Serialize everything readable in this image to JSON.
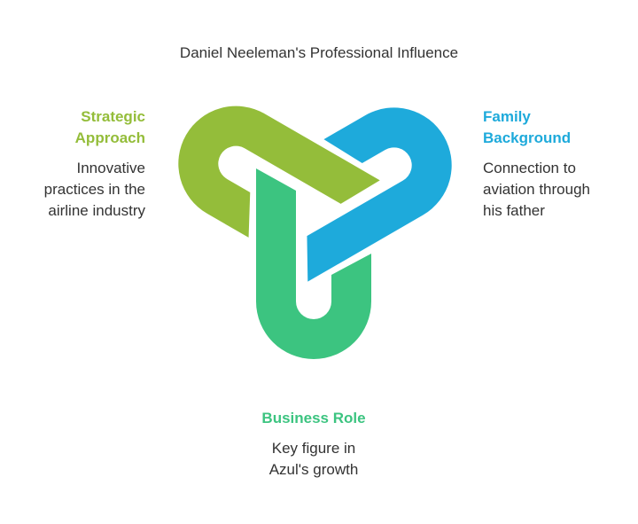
{
  "title": "Daniel Neeleman's Professional Influence",
  "sections": {
    "strategic": {
      "heading_lines": [
        "Strategic",
        "Approach"
      ],
      "body_lines": [
        "Innovative",
        "practices in the",
        "airline industry"
      ]
    },
    "family": {
      "heading_lines": [
        "Family",
        "Background"
      ],
      "body_lines": [
        "Connection to",
        "aviation through",
        "his father"
      ]
    },
    "business": {
      "heading_lines": [
        "Business Role"
      ],
      "body_lines": [
        "Key figure in",
        "Azul's growth"
      ]
    }
  },
  "colors": {
    "strategic": "#94BD3A",
    "family": "#1EAADB",
    "business": "#3CC480"
  }
}
